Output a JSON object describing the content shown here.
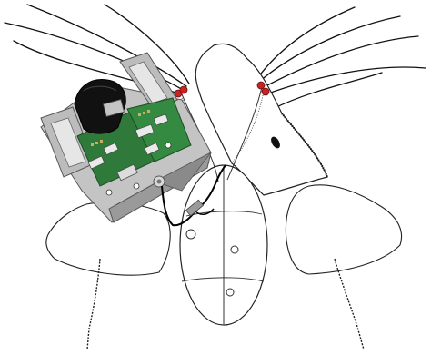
{
  "figure": {
    "subject": "insect-with-backpack-electronics",
    "colors": {
      "background": "#ffffff",
      "outline": "#222222",
      "hair": "#111111",
      "electrode_red": "#cc2222",
      "frame_gray": "#b8b8b8",
      "frame_dark": "#8a8a8a",
      "pcb_green": "#2f7a3a",
      "battery_black": "#111111",
      "wire_black": "#000000"
    },
    "components": [
      "body-outline",
      "left-antenna",
      "right-antenna",
      "electrode-left",
      "electrode-right",
      "backpack-frame",
      "circuit-boards",
      "battery-pack",
      "stimulation-wire",
      "abdomen",
      "left-wing",
      "right-wing",
      "left-leg",
      "right-leg",
      "eye"
    ]
  }
}
